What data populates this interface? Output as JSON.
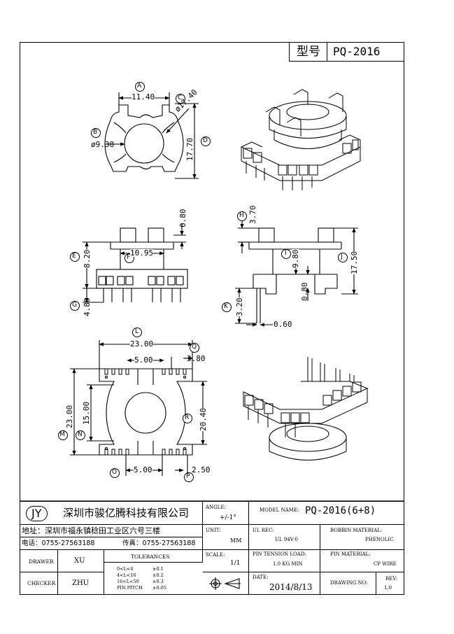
{
  "header": {
    "type_label": "型号",
    "model": "PQ-2016"
  },
  "dims": {
    "A": {
      "letter": "A",
      "value": "11.40"
    },
    "B": {
      "letter": "B",
      "value": "ø9.30"
    },
    "C": {
      "letter": "C",
      "value": "ø17.40"
    },
    "D": {
      "letter": "D",
      "value": "17.70"
    },
    "E": {
      "letter": "E",
      "value": "8.20"
    },
    "F": {
      "letter": "F",
      "value": "10.95"
    },
    "G": {
      "letter": "G",
      "value": "4.80"
    },
    "H": {
      "letter": "H",
      "value": "3.70"
    },
    "I": {
      "letter": "I",
      "value": "9.80"
    },
    "J": {
      "letter": "J",
      "value": "17.50"
    },
    "K": {
      "letter": "K",
      "value": "3.20"
    },
    "L": {
      "letter": "L",
      "value": "23.00"
    },
    "M": {
      "letter": "M",
      "value": "23.00"
    },
    "N": {
      "letter": "N",
      "value": "15.00"
    },
    "O": {
      "letter": "O",
      "value": "5.00"
    },
    "P": {
      "letter": "P",
      "value": "2.50"
    },
    "Q": {
      "letter": "Q",
      "value": "3.80"
    },
    "R": {
      "letter": "R",
      "value": "20.40"
    },
    "top_pin_width": "0.80",
    "pin_diameter": "0.60",
    "side_pin_step": "0.80",
    "mid_pitch": "5.00"
  },
  "title_block": {
    "logo": "JY",
    "company": "深圳市骏亿腾科技有限公司",
    "address": "地址：深圳市福永镇稔田工业区六号三楼",
    "phone": "电话：0755-27563188",
    "fax": "传真：0755-27563188",
    "drawer_label": "DRAWER",
    "drawer": "XU",
    "checker_label": "CHECKER",
    "checker": "ZHU",
    "tol_title": "TOLERANCES",
    "tol_rows": [
      {
        "range": "0<L<4",
        "tol": "±0.1"
      },
      {
        "range": "4<L<16",
        "tol": "±0.2"
      },
      {
        "range": "16<L<50",
        "tol": "±0.3"
      },
      {
        "range": "PIN PITCH",
        "tol": "±0.05"
      }
    ],
    "angle_label": "ANGLE:",
    "angle": "+/-1°",
    "unit_label": "UNIT:",
    "unit": "MM",
    "scale_label": "SCALE:",
    "scale": "1/1",
    "model_label": "MODEL NAME:",
    "model": "PQ-2016(6+8)",
    "ul_label": "UL REC:",
    "ul": "UL 94V-0",
    "bobbin_label": "BOBBIN MATERIAL:",
    "bobbin": "PHENOLIC",
    "tension_label": "PIN TENSION LOAD:",
    "tension": "1.0 KG MIN",
    "pin_mat_label": "PIN MATERIAL:",
    "pin_mat": "CP WIRE",
    "date_label": "DATE:",
    "date": "2014/8/13",
    "drawing_no_label": "DRAWING NO:",
    "rev_label": "REV:",
    "rev": "1.0"
  }
}
